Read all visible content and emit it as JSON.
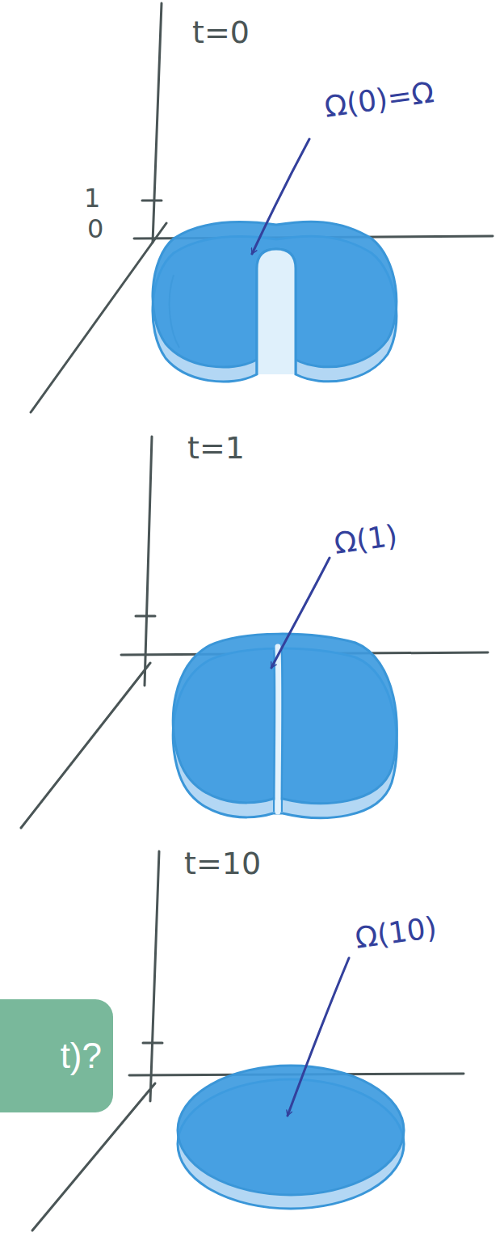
{
  "diagram": {
    "nodes": [
      {
        "text": [
          "t)?"
        ]
      }
    ],
    "labels": [
      "t=0",
      "Ω(0)=Ω",
      "1",
      "0",
      "t=1",
      "Ω(1)",
      "t=10",
      "Ω(10)"
    ]
  }
}
